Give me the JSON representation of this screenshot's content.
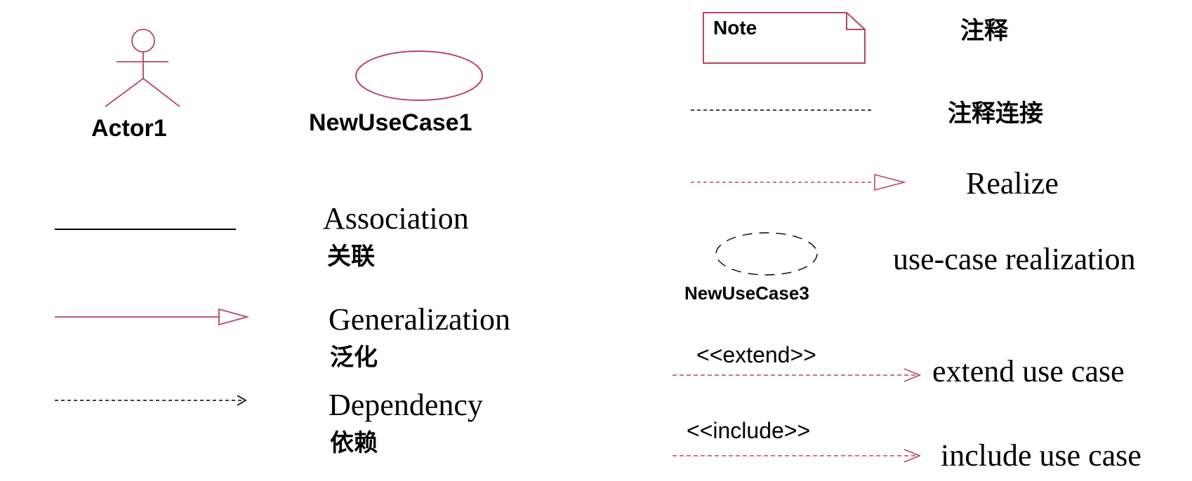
{
  "colors": {
    "uml": "#b5475e",
    "line": "#000000"
  },
  "items": {
    "actor": {
      "name": "Actor1"
    },
    "usecase": {
      "name": "NewUseCase1"
    },
    "association": {
      "en": "Association",
      "zh": "关联"
    },
    "generalization": {
      "en": "Generalization",
      "zh": "泛化"
    },
    "dependency": {
      "en": "Dependency",
      "zh": "依赖"
    },
    "note": {
      "box_text": "Note",
      "zh": "注释"
    },
    "note_link": {
      "zh": "注释连接"
    },
    "realize": {
      "en": "Realize"
    },
    "ucr": {
      "name": "NewUseCase3",
      "en": "use-case realization"
    },
    "extend": {
      "stereotype": "<<extend>>",
      "en": "extend use case"
    },
    "include": {
      "stereotype": "<<include>>",
      "en": "include use case"
    }
  }
}
